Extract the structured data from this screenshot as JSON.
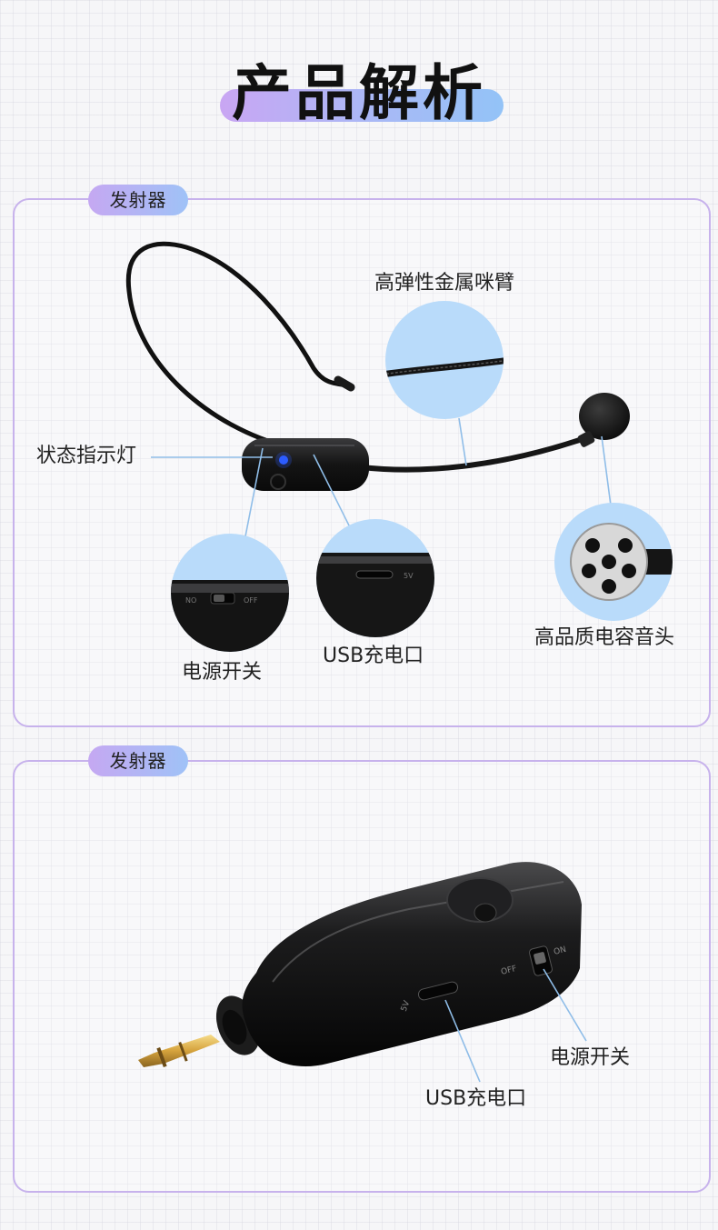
{
  "header": {
    "title": "产品解析"
  },
  "section1": {
    "tag": "发射器",
    "callouts": {
      "arm": "高弹性金属咪臂",
      "indicator": "状态指示灯",
      "capsule": "高品质电容音头",
      "power": "电源开关",
      "usb": "USB充电口"
    }
  },
  "section2": {
    "tag": "发射器",
    "callouts": {
      "power": "电源开关",
      "usb": "USB充电口"
    }
  },
  "colors": {
    "accent_purple": "#c7b2ec",
    "accent_blue": "#9fc2f7",
    "callout_line": "#8fbde8",
    "circle_fill": "#b9dbfa"
  },
  "icons": [
    "headset-microphone-image",
    "receiver-image"
  ]
}
